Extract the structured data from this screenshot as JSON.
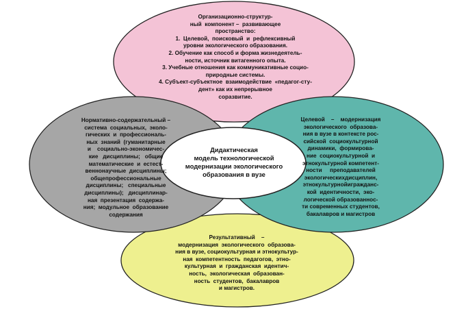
{
  "center": {
    "title": "Дидактическая\nмодель технологической\nмодернизации экологического\nобразования в вузе"
  },
  "components": [
    {
      "id": "top",
      "color": "#f4c3d6",
      "text": "Организационно-структур-\nный  компонент –  развивающее\nпространство:\n1.  Целевой,  поисковый  и  рефлексивный\nуровни экологического образования.\n2. Обучение как способ и форма жизнедеятель-\nности, источник витагенного опыта.\n3. Учебные отношения как коммуникативные социо-\nприродные системы.\n4. Субъект-субъектное  взаимодействие  «педагог-сту-\nдент» как их непрерывное\nсоразвитие."
    },
    {
      "id": "left",
      "color": "#a6a6a6",
      "text": "Нормативно-содержательный –\nсистема  социальных,  эколо-\nгических  и  профессиональ-\nных  знаний  (гуманитарные\nи    социально-экономичес-\nкие   дисциплины;   общие\nматематические  и  естест-\nвеннонаучные  дисциплины;\nобщепрофессиональные\nдисциплины;   специальные\nдисциплины);   дисциплинар-\nная  презентация  содержа-\nния;  модульное  образование\nсодержания"
    },
    {
      "id": "right",
      "color": "#5fb6ac",
      "text": "Целевой    –    модернизация\nэкологического  образова-\nния в вузе в контексте рос-\nсийской  социокультурной\nдинамики,  формирова-\nние  социокультурной  и\nэтнокультурной компетент-\nности     преподавателей\nэкологическихдисциплин,\nэтнокультурнойигражданс-\nкой  идентичности,  эко-\nлогической образованнос-\nти современных студентов,\nбакалавров и магистров"
    },
    {
      "id": "bottom",
      "color": "#eef08f",
      "text": "Результативный    –\nмодернизация  экологического  образова-\nния в вузе, социокультурная и этнокультур-\nная  компетентность  педагогов,  этно-\nкультурная  и  гражданская  идентич-\nность,  экологическая  образован-\nность  студентов,  бакалавров\nи магистров."
    }
  ]
}
